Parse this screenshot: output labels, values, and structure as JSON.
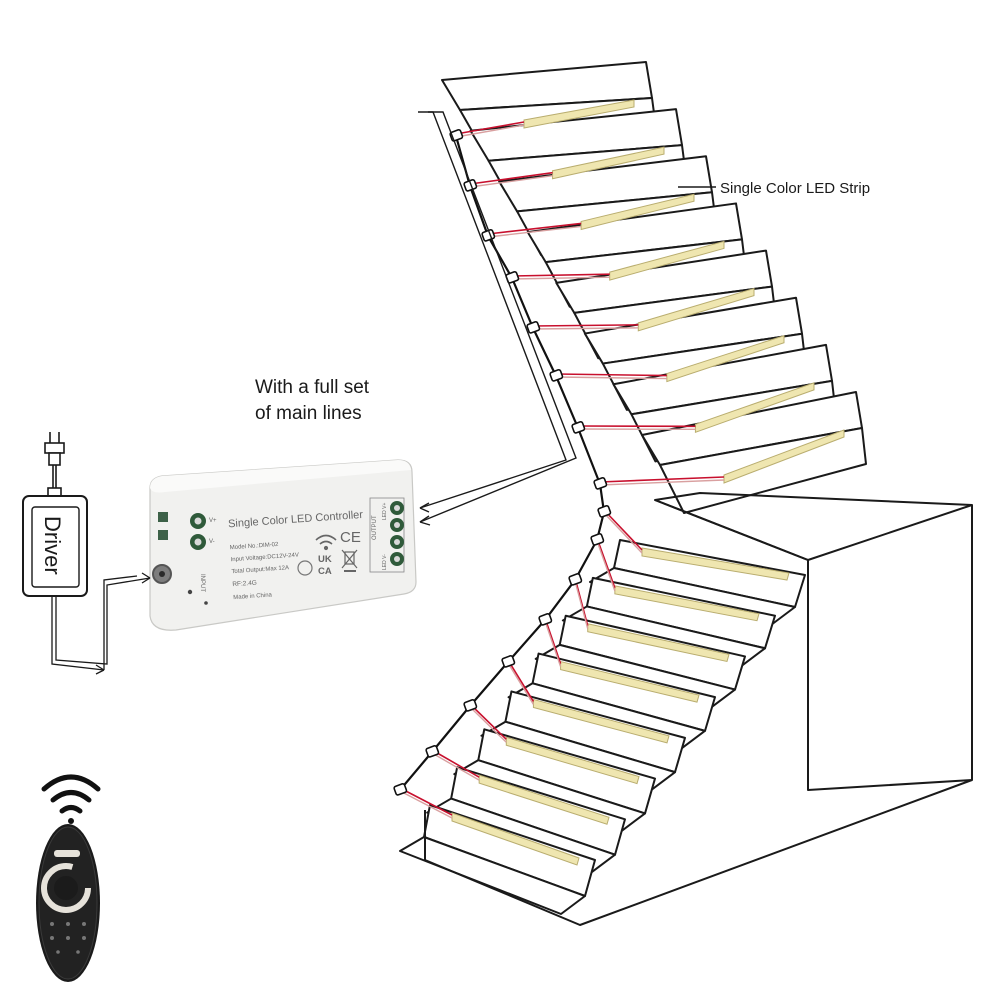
{
  "labels": {
    "strip": "Single Color LED Strip",
    "main_lines_1": "With a full set",
    "main_lines_2": "of main lines",
    "driver": "Driver"
  },
  "controller": {
    "title": "Single Color LED Controller",
    "model": "Model No.:DIM-02",
    "input_voltage": "Input Voltage:DC12V-24V",
    "total_output": "Total Output:Max 12A",
    "rf": "RF:2.4G",
    "made_in": "Made in China",
    "input_label": "INPUT",
    "output_label": "OUTPUT",
    "v_plus": "V+",
    "v_minus": "V-",
    "led_plus": "LED V+",
    "led_minus": "LED V-",
    "ce": "CE",
    "ukca_top": "UK",
    "ukca_bottom": "CA"
  },
  "remote": {
    "icons": [
      "wifi-icon",
      "power-icon",
      "brightness-icon"
    ]
  },
  "colors": {
    "line": "#1a1a1a",
    "led_strip": "#efe6b0",
    "led_strip_edge": "#b9ad6f",
    "wire_red": "#c8102e",
    "wire_white": "#f0d6d6",
    "controller_body": "#f1f1ef",
    "terminal_green": "#2f5a3a",
    "remote_body": "#1b1b1b",
    "remote_ring": "#e6e2da"
  }
}
